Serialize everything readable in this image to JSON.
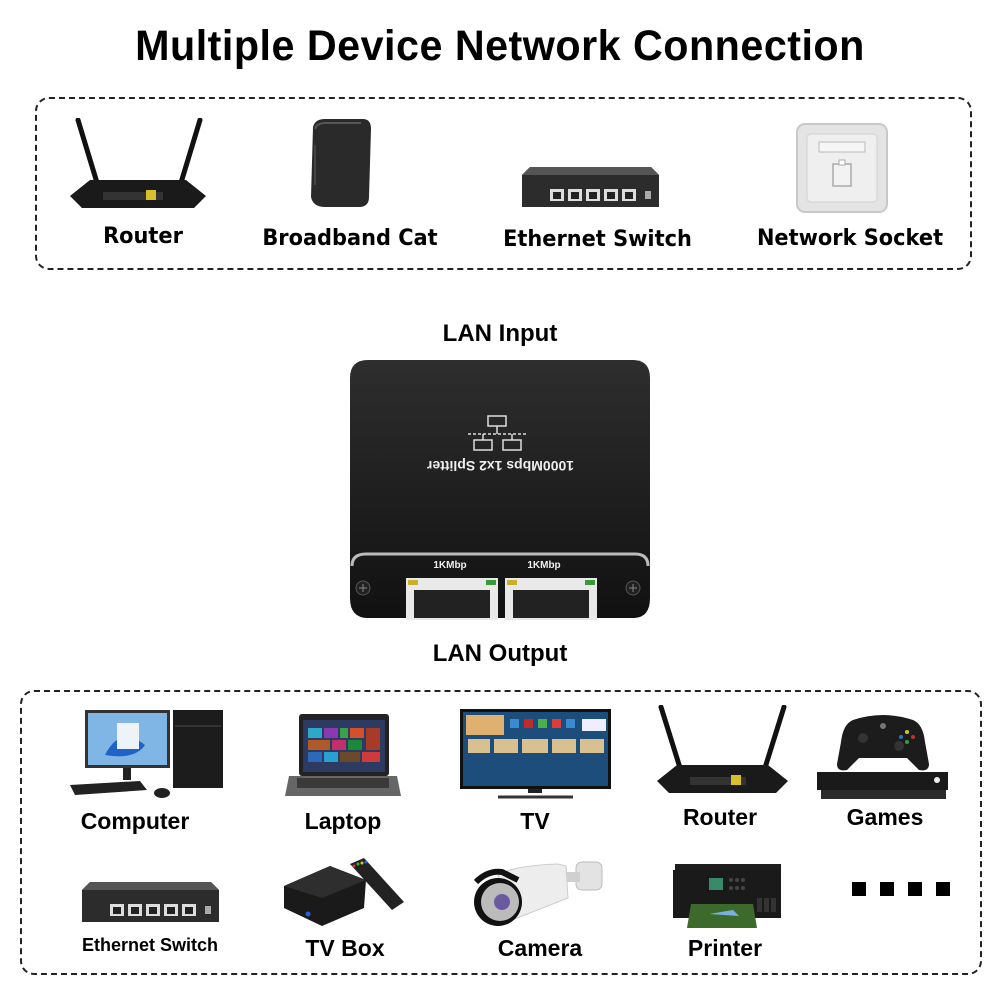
{
  "title": "Multiple Device Network Connection",
  "input_sources": [
    {
      "label": "Router",
      "icon": "router-icon"
    },
    {
      "label": "Broadband Cat",
      "icon": "modem-icon"
    },
    {
      "label": "Ethernet Switch",
      "icon": "ethernet-switch-icon"
    },
    {
      "label": "Network Socket",
      "icon": "network-socket-icon"
    }
  ],
  "splitter": {
    "input_label": "LAN Input",
    "output_label": "LAN Output",
    "product_text": "1000Mbps 1x2 Splitter",
    "port_labels": [
      "1KMbp",
      "1KMbp"
    ]
  },
  "output_devices": [
    {
      "label": "Computer",
      "icon": "computer-icon"
    },
    {
      "label": "Laptop",
      "icon": "laptop-icon"
    },
    {
      "label": "TV",
      "icon": "tv-icon"
    },
    {
      "label": "Router",
      "icon": "router-icon"
    },
    {
      "label": "Games",
      "icon": "game-console-icon"
    },
    {
      "label": "Ethernet Switch",
      "icon": "ethernet-switch-icon"
    },
    {
      "label": "TV Box",
      "icon": "tv-box-icon"
    },
    {
      "label": "Camera",
      "icon": "camera-icon"
    },
    {
      "label": "Printer",
      "icon": "printer-icon"
    },
    {
      "label": "....",
      "icon": "more-icon"
    }
  ]
}
